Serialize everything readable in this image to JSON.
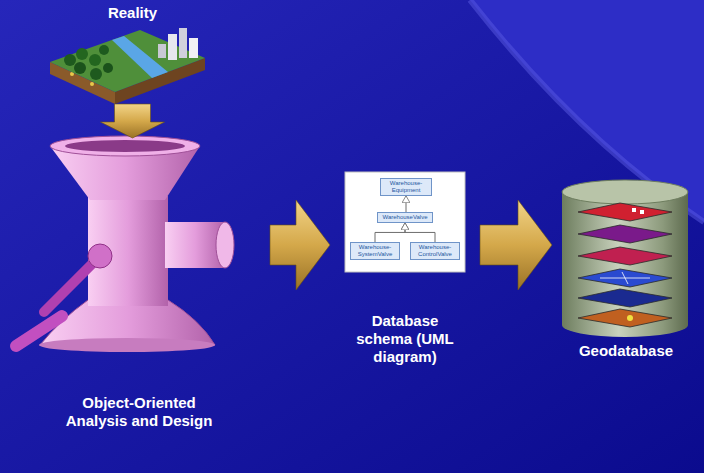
{
  "diagram": {
    "nodes": [
      {
        "text": [
          "Reality"
        ]
      },
      {
        "text": [
          "Object-Oriented Analysis and Design"
        ]
      },
      {
        "text": [
          "Database schema (UML diagram)"
        ]
      },
      {
        "text": [
          "Warehouse-Equipment"
        ],
        "in": 2
      },
      {
        "text": [
          "WarehouseValve"
        ],
        "in": 2
      },
      {
        "text": [
          "Warehouse-SystemValve"
        ],
        "in": 2
      },
      {
        "text": [
          "Warehouse-ControlValve"
        ],
        "in": 2
      },
      {
        "text": [
          "Geodatabase"
        ]
      }
    ],
    "edges": [
      {
        "from": 0,
        "to": 1,
        "arrow": "to"
      },
      {
        "from": 1,
        "to": 2,
        "arrow": "to"
      },
      {
        "from": 2,
        "to": 7,
        "arrow": "to"
      },
      {
        "from": 4,
        "to": 3,
        "arrow": "to"
      },
      {
        "from": 5,
        "to": 4,
        "arrow": "to"
      },
      {
        "from": 6,
        "to": 4,
        "arrow": "to"
      }
    ]
  }
}
